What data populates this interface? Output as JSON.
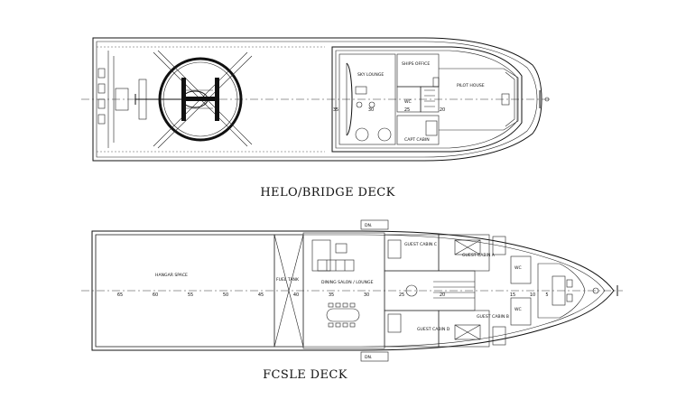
{
  "decks": {
    "upper": {
      "title": "HELO/BRIDGE DECK",
      "rooms": {
        "sky_lounge": "SKY LOUNGE",
        "ships_office": "SHIPS OFFICE",
        "pilot_house": "PILOT HOUSE",
        "capt_cabin": "CAPT CABIN",
        "wc": "WC"
      },
      "frames": [
        "35",
        "30",
        "25",
        "20"
      ]
    },
    "lower": {
      "title": "FCSLE DECK",
      "rooms": {
        "hangar": "HANGAR SPACE",
        "fuel_tank": "FUEL TANK",
        "dining": "DINING SALON / LOUNGE",
        "guest_c": "GUEST CABIN C",
        "guest_a": "GUEST CABIN A",
        "guest_d": "GUEST CABIN D",
        "guest_b": "GUEST CABIN B",
        "wc": "WC",
        "dn_upper": "DN.",
        "dn_lower": "DN."
      },
      "frames": [
        "65",
        "60",
        "55",
        "50",
        "45",
        "40",
        "35",
        "30",
        "25",
        "20",
        "15",
        "10",
        "5"
      ]
    }
  },
  "colors": {
    "line": "#111111",
    "background": "#ffffff"
  },
  "icons": [
    "helicopter-icon",
    "helipad-circle",
    "table-icon",
    "chair-icon",
    "bed-icon"
  ]
}
